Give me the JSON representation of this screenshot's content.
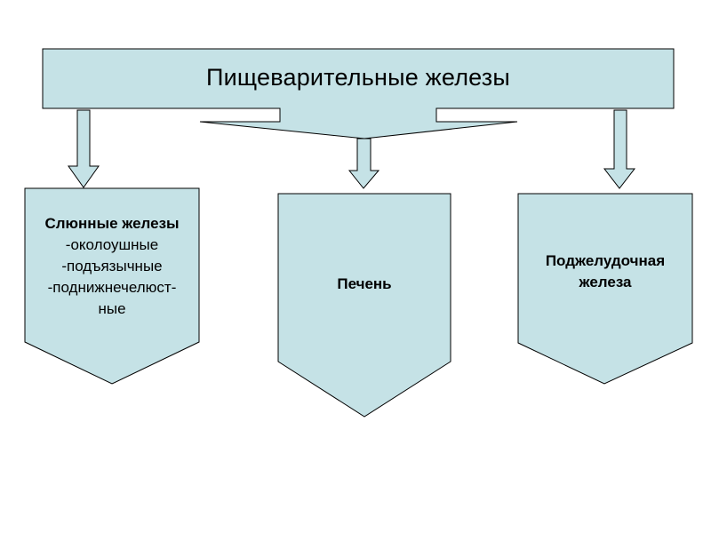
{
  "title": "Пищеварительные железы",
  "colors": {
    "fill": "#c5e2e6",
    "stroke": "#000000",
    "text": "#000000"
  },
  "boxes": [
    {
      "title": "Слюнные железы",
      "items": [
        "-околоушные",
        "-подъязычные",
        "-поднижнечелюст-",
        "ные"
      ]
    },
    {
      "title": "Печень",
      "items": []
    },
    {
      "title_lines": [
        "Поджелудочная",
        "железа"
      ]
    }
  ]
}
